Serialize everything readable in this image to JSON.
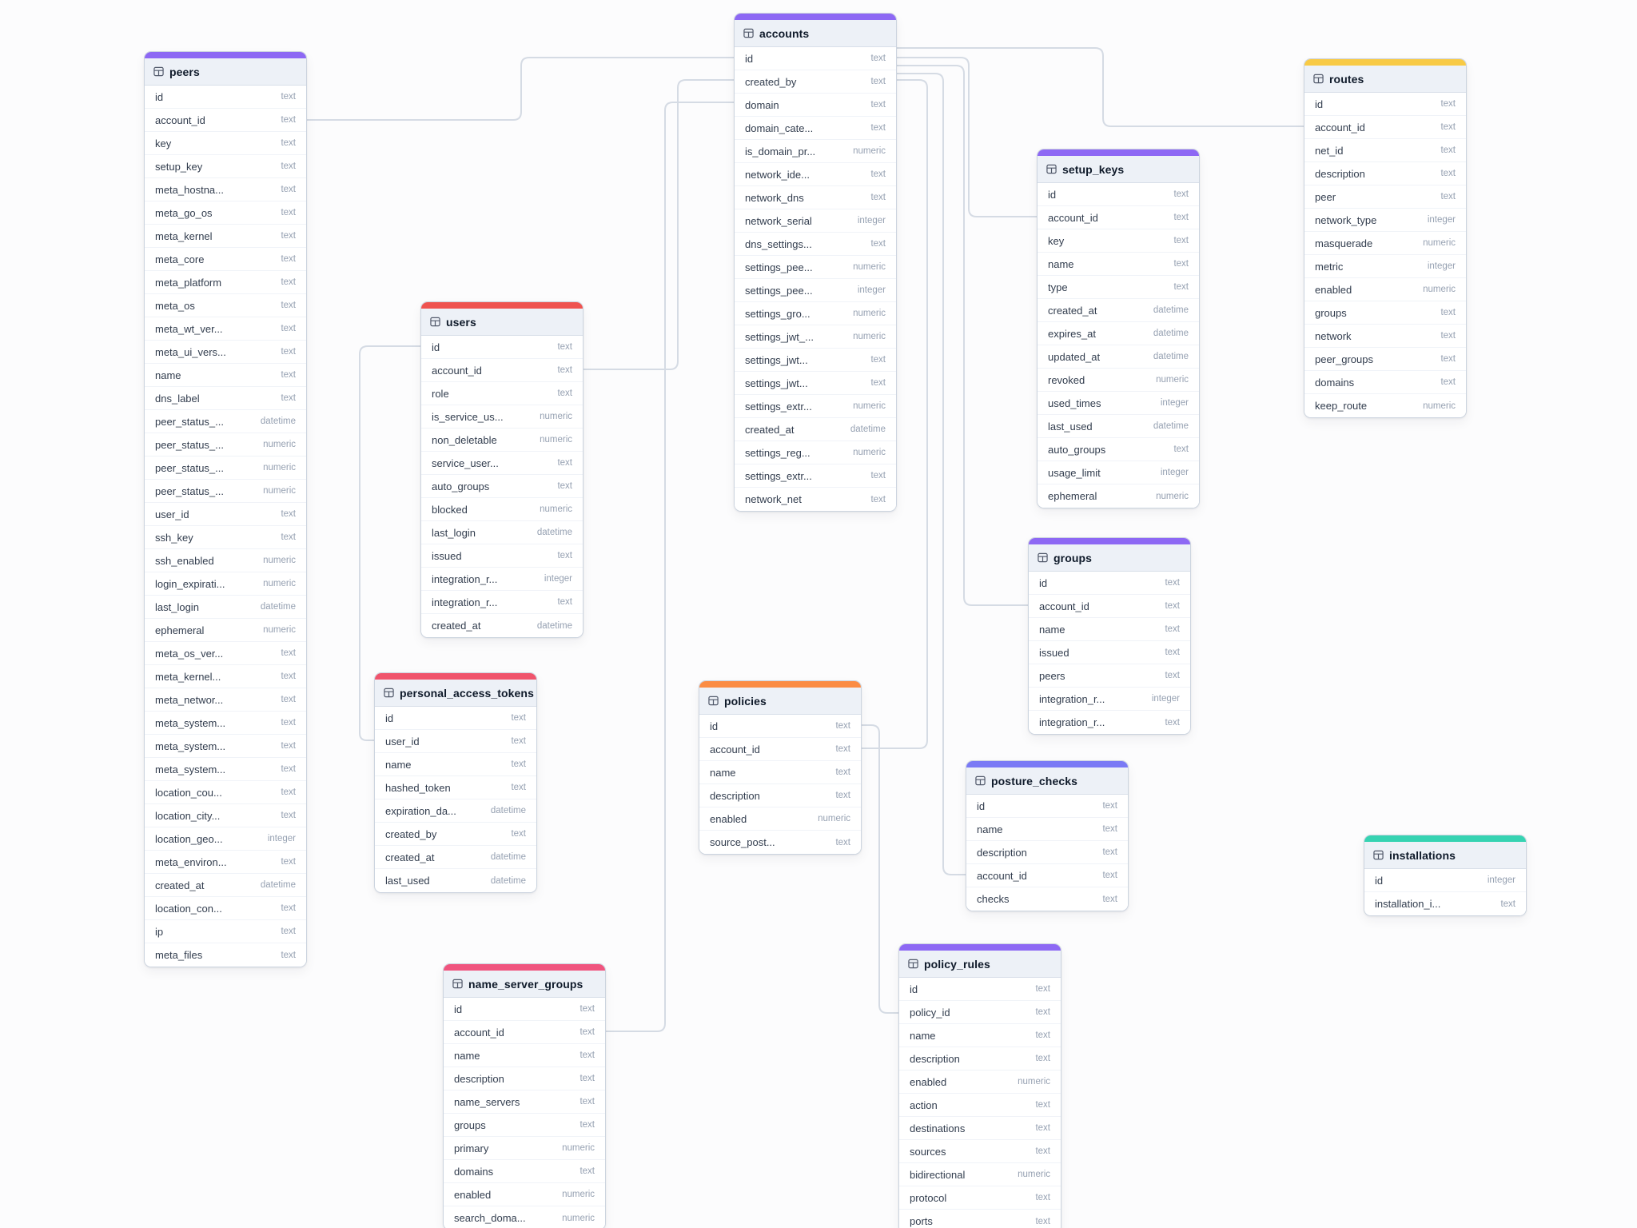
{
  "diagram": {
    "connector_color": "#d5dbe4",
    "tables": [
      {
        "name": "peers",
        "accent": "#8d68f4",
        "fields": [
          {
            "name": "id",
            "type": "text"
          },
          {
            "name": "account_id",
            "type": "text"
          },
          {
            "name": "key",
            "type": "text"
          },
          {
            "name": "setup_key",
            "type": "text"
          },
          {
            "name": "meta_hostna...",
            "type": "text"
          },
          {
            "name": "meta_go_os",
            "type": "text"
          },
          {
            "name": "meta_kernel",
            "type": "text"
          },
          {
            "name": "meta_core",
            "type": "text"
          },
          {
            "name": "meta_platform",
            "type": "text"
          },
          {
            "name": "meta_os",
            "type": "text"
          },
          {
            "name": "meta_wt_ver...",
            "type": "text"
          },
          {
            "name": "meta_ui_vers...",
            "type": "text"
          },
          {
            "name": "name",
            "type": "text"
          },
          {
            "name": "dns_label",
            "type": "text"
          },
          {
            "name": "peer_status_...",
            "type": "datetime"
          },
          {
            "name": "peer_status_...",
            "type": "numeric"
          },
          {
            "name": "peer_status_...",
            "type": "numeric"
          },
          {
            "name": "peer_status_...",
            "type": "numeric"
          },
          {
            "name": "user_id",
            "type": "text"
          },
          {
            "name": "ssh_key",
            "type": "text"
          },
          {
            "name": "ssh_enabled",
            "type": "numeric"
          },
          {
            "name": "login_expirati...",
            "type": "numeric"
          },
          {
            "name": "last_login",
            "type": "datetime"
          },
          {
            "name": "ephemeral",
            "type": "numeric"
          },
          {
            "name": "meta_os_ver...",
            "type": "text"
          },
          {
            "name": "meta_kernel...",
            "type": "text"
          },
          {
            "name": "meta_networ...",
            "type": "text"
          },
          {
            "name": "meta_system...",
            "type": "text"
          },
          {
            "name": "meta_system...",
            "type": "text"
          },
          {
            "name": "meta_system...",
            "type": "text"
          },
          {
            "name": "location_cou...",
            "type": "text"
          },
          {
            "name": "location_city...",
            "type": "text"
          },
          {
            "name": "location_geo...",
            "type": "integer"
          },
          {
            "name": "meta_environ...",
            "type": "text"
          },
          {
            "name": "created_at",
            "type": "datetime"
          },
          {
            "name": "location_con...",
            "type": "text"
          },
          {
            "name": "ip",
            "type": "text"
          },
          {
            "name": "meta_files",
            "type": "text"
          }
        ]
      },
      {
        "name": "users",
        "accent": "#ef5350",
        "fields": [
          {
            "name": "id",
            "type": "text"
          },
          {
            "name": "account_id",
            "type": "text"
          },
          {
            "name": "role",
            "type": "text"
          },
          {
            "name": "is_service_us...",
            "type": "numeric"
          },
          {
            "name": "non_deletable",
            "type": "numeric"
          },
          {
            "name": "service_user...",
            "type": "text"
          },
          {
            "name": "auto_groups",
            "type": "text"
          },
          {
            "name": "blocked",
            "type": "numeric"
          },
          {
            "name": "last_login",
            "type": "datetime"
          },
          {
            "name": "issued",
            "type": "text"
          },
          {
            "name": "integration_r...",
            "type": "integer"
          },
          {
            "name": "integration_r...",
            "type": "text"
          },
          {
            "name": "created_at",
            "type": "datetime"
          }
        ]
      },
      {
        "name": "personal_access_tokens",
        "accent": "#f0546c",
        "fields": [
          {
            "name": "id",
            "type": "text"
          },
          {
            "name": "user_id",
            "type": "text"
          },
          {
            "name": "name",
            "type": "text"
          },
          {
            "name": "hashed_token",
            "type": "text"
          },
          {
            "name": "expiration_da...",
            "type": "datetime"
          },
          {
            "name": "created_by",
            "type": "text"
          },
          {
            "name": "created_at",
            "type": "datetime"
          },
          {
            "name": "last_used",
            "type": "datetime"
          }
        ]
      },
      {
        "name": "name_server_groups",
        "accent": "#f0547e",
        "fields": [
          {
            "name": "id",
            "type": "text"
          },
          {
            "name": "account_id",
            "type": "text"
          },
          {
            "name": "name",
            "type": "text"
          },
          {
            "name": "description",
            "type": "text"
          },
          {
            "name": "name_servers",
            "type": "text"
          },
          {
            "name": "groups",
            "type": "text"
          },
          {
            "name": "primary",
            "type": "numeric"
          },
          {
            "name": "domains",
            "type": "text"
          },
          {
            "name": "enabled",
            "type": "numeric"
          },
          {
            "name": "search_doma...",
            "type": "numeric"
          }
        ]
      },
      {
        "name": "accounts",
        "accent": "#8d68f4",
        "fields": [
          {
            "name": "id",
            "type": "text"
          },
          {
            "name": "created_by",
            "type": "text"
          },
          {
            "name": "domain",
            "type": "text"
          },
          {
            "name": "domain_cate...",
            "type": "text"
          },
          {
            "name": "is_domain_pr...",
            "type": "numeric"
          },
          {
            "name": "network_ide...",
            "type": "text"
          },
          {
            "name": "network_dns",
            "type": "text"
          },
          {
            "name": "network_serial",
            "type": "integer"
          },
          {
            "name": "dns_settings...",
            "type": "text"
          },
          {
            "name": "settings_pee...",
            "type": "numeric"
          },
          {
            "name": "settings_pee...",
            "type": "integer"
          },
          {
            "name": "settings_gro...",
            "type": "numeric"
          },
          {
            "name": "settings_jwt_...",
            "type": "numeric"
          },
          {
            "name": "settings_jwt...",
            "type": "text"
          },
          {
            "name": "settings_jwt...",
            "type": "text"
          },
          {
            "name": "settings_extr...",
            "type": "numeric"
          },
          {
            "name": "created_at",
            "type": "datetime"
          },
          {
            "name": "settings_reg...",
            "type": "numeric"
          },
          {
            "name": "settings_extr...",
            "type": "text"
          },
          {
            "name": "network_net",
            "type": "text"
          }
        ]
      },
      {
        "name": "policies",
        "accent": "#fb8c44",
        "fields": [
          {
            "name": "id",
            "type": "text"
          },
          {
            "name": "account_id",
            "type": "text"
          },
          {
            "name": "name",
            "type": "text"
          },
          {
            "name": "description",
            "type": "text"
          },
          {
            "name": "enabled",
            "type": "numeric"
          },
          {
            "name": "source_post...",
            "type": "text"
          }
        ]
      },
      {
        "name": "setup_keys",
        "accent": "#8d68f4",
        "fields": [
          {
            "name": "id",
            "type": "text"
          },
          {
            "name": "account_id",
            "type": "text"
          },
          {
            "name": "key",
            "type": "text"
          },
          {
            "name": "name",
            "type": "text"
          },
          {
            "name": "type",
            "type": "text"
          },
          {
            "name": "created_at",
            "type": "datetime"
          },
          {
            "name": "expires_at",
            "type": "datetime"
          },
          {
            "name": "updated_at",
            "type": "datetime"
          },
          {
            "name": "revoked",
            "type": "numeric"
          },
          {
            "name": "used_times",
            "type": "integer"
          },
          {
            "name": "last_used",
            "type": "datetime"
          },
          {
            "name": "auto_groups",
            "type": "text"
          },
          {
            "name": "usage_limit",
            "type": "integer"
          },
          {
            "name": "ephemeral",
            "type": "numeric"
          }
        ]
      },
      {
        "name": "groups",
        "accent": "#8d68f4",
        "fields": [
          {
            "name": "id",
            "type": "text"
          },
          {
            "name": "account_id",
            "type": "text"
          },
          {
            "name": "name",
            "type": "text"
          },
          {
            "name": "issued",
            "type": "text"
          },
          {
            "name": "peers",
            "type": "text"
          },
          {
            "name": "integration_r...",
            "type": "integer"
          },
          {
            "name": "integration_r...",
            "type": "text"
          }
        ]
      },
      {
        "name": "posture_checks",
        "accent": "#7a7af5",
        "fields": [
          {
            "name": "id",
            "type": "text"
          },
          {
            "name": "name",
            "type": "text"
          },
          {
            "name": "description",
            "type": "text"
          },
          {
            "name": "account_id",
            "type": "text"
          },
          {
            "name": "checks",
            "type": "text"
          }
        ]
      },
      {
        "name": "policy_rules",
        "accent": "#8d68f4",
        "fields": [
          {
            "name": "id",
            "type": "text"
          },
          {
            "name": "policy_id",
            "type": "text"
          },
          {
            "name": "name",
            "type": "text"
          },
          {
            "name": "description",
            "type": "text"
          },
          {
            "name": "enabled",
            "type": "numeric"
          },
          {
            "name": "action",
            "type": "text"
          },
          {
            "name": "destinations",
            "type": "text"
          },
          {
            "name": "sources",
            "type": "text"
          },
          {
            "name": "bidirectional",
            "type": "numeric"
          },
          {
            "name": "protocol",
            "type": "text"
          },
          {
            "name": "ports",
            "type": "text"
          }
        ]
      },
      {
        "name": "routes",
        "accent": "#f8ca45",
        "fields": [
          {
            "name": "id",
            "type": "text"
          },
          {
            "name": "account_id",
            "type": "text"
          },
          {
            "name": "net_id",
            "type": "text"
          },
          {
            "name": "description",
            "type": "text"
          },
          {
            "name": "peer",
            "type": "text"
          },
          {
            "name": "network_type",
            "type": "integer"
          },
          {
            "name": "masquerade",
            "type": "numeric"
          },
          {
            "name": "metric",
            "type": "integer"
          },
          {
            "name": "enabled",
            "type": "numeric"
          },
          {
            "name": "groups",
            "type": "text"
          },
          {
            "name": "network",
            "type": "text"
          },
          {
            "name": "peer_groups",
            "type": "text"
          },
          {
            "name": "domains",
            "type": "text"
          },
          {
            "name": "keep_route",
            "type": "numeric"
          }
        ]
      },
      {
        "name": "installations",
        "accent": "#36d3b2",
        "fields": [
          {
            "name": "id",
            "type": "integer"
          },
          {
            "name": "installation_i...",
            "type": "text"
          }
        ]
      }
    ],
    "relationships": [
      {
        "from": "peers.account_id",
        "to": "accounts.id"
      },
      {
        "from": "users.account_id",
        "to": "accounts.id"
      },
      {
        "from": "personal_access_tokens.user_id",
        "to": "users.id"
      },
      {
        "from": "name_server_groups.account_id",
        "to": "accounts.id"
      },
      {
        "from": "policies.account_id",
        "to": "accounts.id"
      },
      {
        "from": "policy_rules.policy_id",
        "to": "policies.id"
      },
      {
        "from": "setup_keys.account_id",
        "to": "accounts.id"
      },
      {
        "from": "groups.account_id",
        "to": "accounts.id"
      },
      {
        "from": "posture_checks.account_id",
        "to": "accounts.id"
      },
      {
        "from": "routes.account_id",
        "to": "accounts.id"
      }
    ]
  }
}
